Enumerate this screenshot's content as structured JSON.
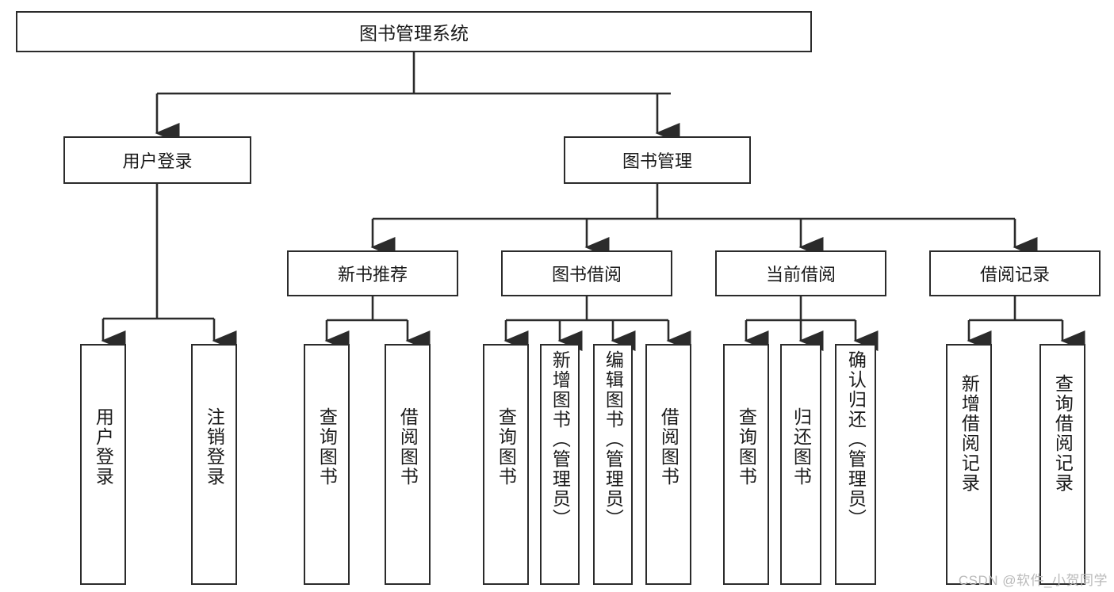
{
  "diagram": {
    "title": "图书管理系统",
    "type": "tree-hierarchy-diagram",
    "root": {
      "label": "图书管理系统"
    },
    "level2": [
      {
        "label": "用户登录"
      },
      {
        "label": "图书管理"
      }
    ],
    "level3": [
      {
        "label": "新书推荐"
      },
      {
        "label": "图书借阅"
      },
      {
        "label": "当前借阅"
      },
      {
        "label": "借阅记录"
      }
    ],
    "leaves": [
      {
        "label": "用户登录"
      },
      {
        "label": "注销登录"
      },
      {
        "label": "查询图书"
      },
      {
        "label": "借阅图书"
      },
      {
        "label": "查询图书"
      },
      {
        "label": "新增图书（管理员）"
      },
      {
        "label": "编辑图书（管理员）"
      },
      {
        "label": "借阅图书"
      },
      {
        "label": "查询图书"
      },
      {
        "label": "归还图书"
      },
      {
        "label": "确认归还（管理员）"
      },
      {
        "label": "新增借阅记录"
      },
      {
        "label": "查询借阅记录"
      }
    ]
  },
  "watermark": {
    "text": "CSDN @软件_小贺同学"
  },
  "colors": {
    "stroke": "#2b2b2b",
    "fill": "#ffffff",
    "text": "#1a1a1a",
    "watermark": "#b9b9b9"
  }
}
